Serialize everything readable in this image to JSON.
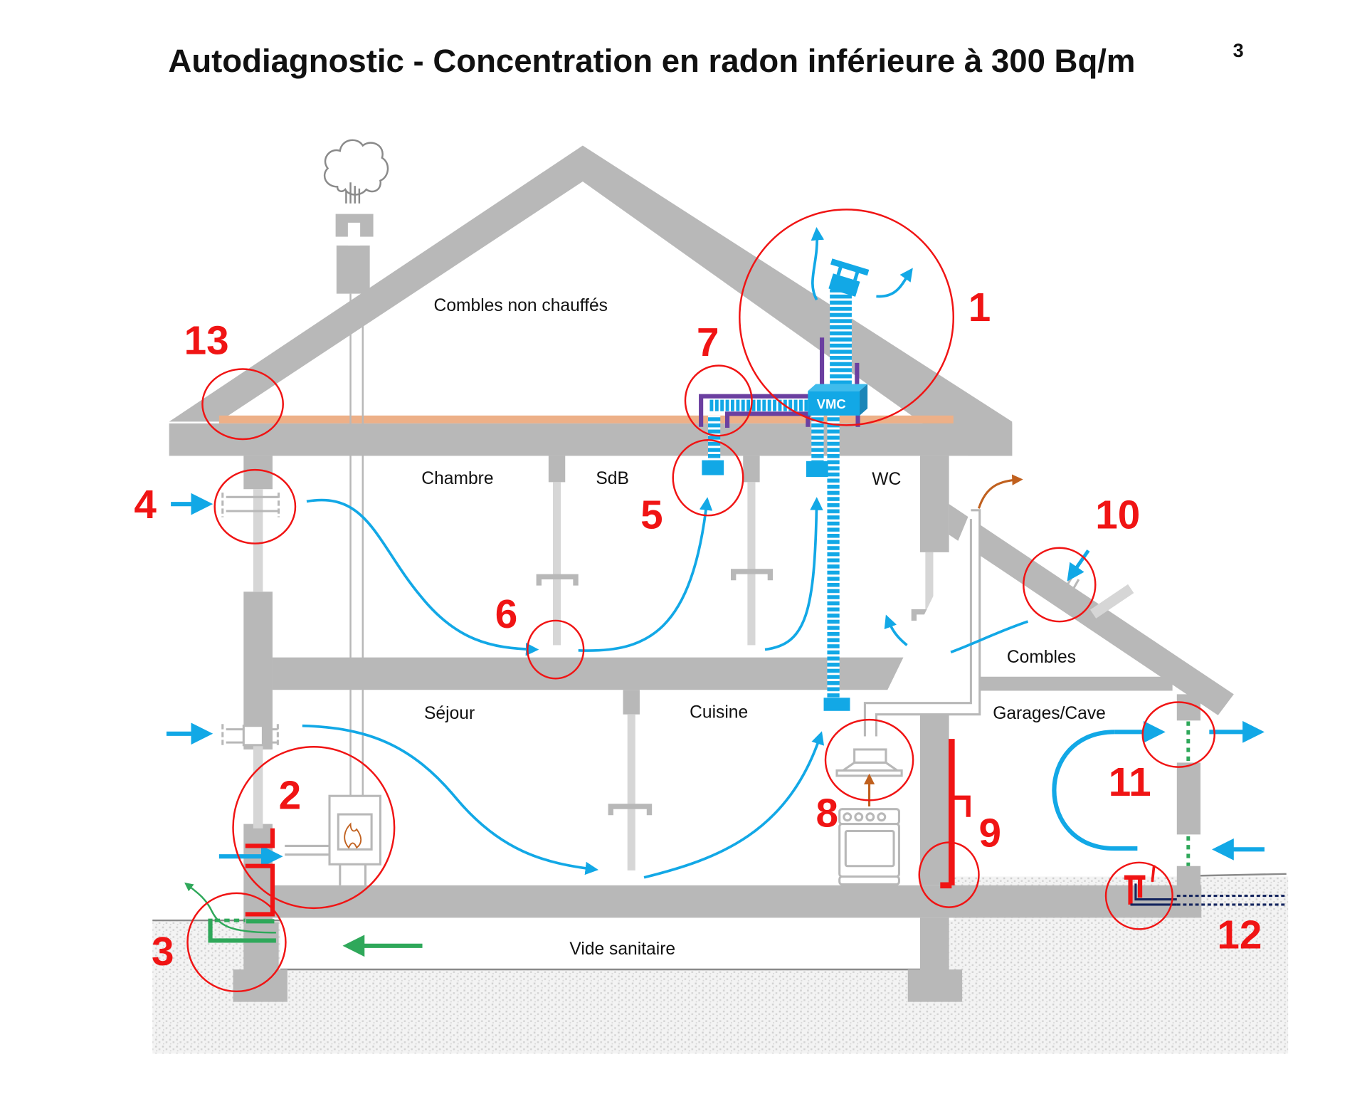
{
  "title": {
    "text": "Autodiagnostic - Concentration en radon inférieure à 300 Bq/m",
    "superscript": "3"
  },
  "rooms": {
    "combles_non_chauffes": "Combles non chauffés",
    "chambre": "Chambre",
    "sdb": "SdB",
    "wc": "WC",
    "sejour": "Séjour",
    "cuisine": "Cuisine",
    "combles": "Combles",
    "garages_cave": "Garages/Cave",
    "vide_sanitaire": "Vide sanitaire"
  },
  "equipment": {
    "vmc": "VMC"
  },
  "markers": [
    {
      "id": "1",
      "label": "1"
    },
    {
      "id": "2",
      "label": "2"
    },
    {
      "id": "3",
      "label": "3"
    },
    {
      "id": "4",
      "label": "4"
    },
    {
      "id": "5",
      "label": "5"
    },
    {
      "id": "6",
      "label": "6"
    },
    {
      "id": "7",
      "label": "7"
    },
    {
      "id": "8",
      "label": "8"
    },
    {
      "id": "9",
      "label": "9"
    },
    {
      "id": "10",
      "label": "10"
    },
    {
      "id": "11",
      "label": "11"
    },
    {
      "id": "12",
      "label": "12"
    },
    {
      "id": "13",
      "label": "13"
    }
  ],
  "colors": {
    "structure": "#b8b8b8",
    "light_structure": "#d6d6d6",
    "insulation": "#edb088",
    "air_flow": "#12a8e6",
    "marker_red": "#f01414",
    "soil_gas_green": "#2fa85a",
    "vmc_duct_purple": "#6b3fa0",
    "hood_flow_brown": "#c0601e",
    "buried_pipe_navy": "#13245e"
  }
}
